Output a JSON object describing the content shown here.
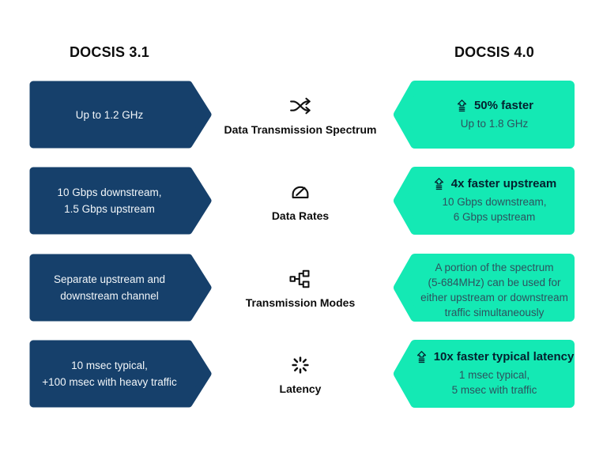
{
  "columns": {
    "left_header": "DOCSIS 3.1",
    "right_header": "DOCSIS 4.0"
  },
  "colors": {
    "navy_box": "#16406B",
    "teal_box": "#14E9B4",
    "heading_text": "#0d0d0d",
    "navy_box_text": "#f2f6f9",
    "teal_bold_text": "#04202e",
    "teal_body_text": "#2d525e"
  },
  "rows": [
    {
      "category": "Data Transmission Spectrum",
      "icon": "shuffle-icon",
      "docsis31": "Up to 1.2 GHz",
      "docsis40_highlight": "50% faster",
      "docsis40_detail": "Up to 1.8 GHz"
    },
    {
      "category": "Data Rates",
      "icon": "speedometer-icon",
      "docsis31": "10 Gbps downstream,\n1.5 Gbps upstream",
      "docsis40_highlight": "4x faster upstream",
      "docsis40_detail": "10 Gbps downstream,\n6 Gbps upstream"
    },
    {
      "category": "Transmission Modes",
      "icon": "network-split-icon",
      "docsis31": "Separate upstream and\ndownstream channel",
      "docsis40_detail": "A portion of the spectrum\n(5-684MHz) can be used for\neither upstream or downstream\ntraffic simultaneously"
    },
    {
      "category": "Latency",
      "icon": "spinner-icon",
      "docsis31": "10 msec typical,\n+100 msec with heavy traffic",
      "docsis40_highlight": "10x faster typical latency",
      "docsis40_detail": "1 msec typical,\n5 msec with traffic"
    }
  ]
}
